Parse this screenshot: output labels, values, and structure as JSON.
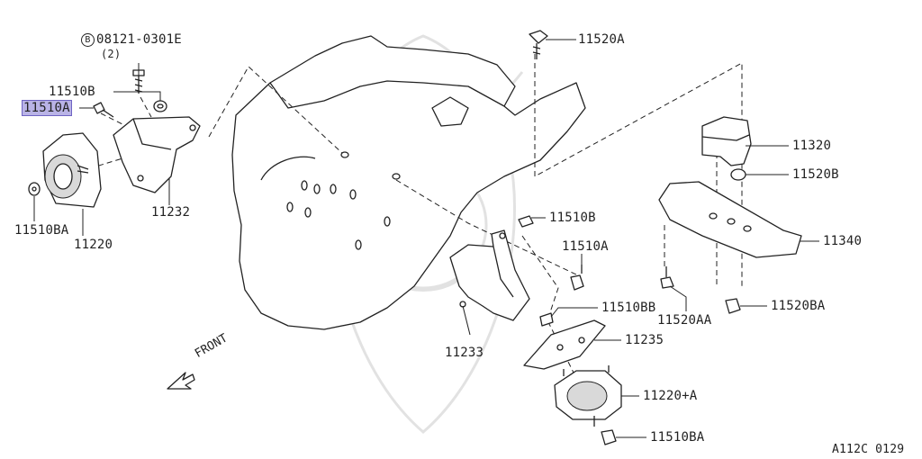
{
  "callouts": {
    "bolt_spec": "08121-0301E",
    "bolt_spec_prefix": "B",
    "bolt_spec_qty": "(2)",
    "p11510B_top": "11510B",
    "p11510A_top": "11510A",
    "p11510BA_left": "11510BA",
    "p11220": "11220",
    "p11232": "11232",
    "p11520A": "11520A",
    "p11320": "11320",
    "p11520B": "11520B",
    "p11510B_mid": "11510B",
    "p11510A_mid": "11510A",
    "p11340": "11340",
    "p11520AA": "11520AA",
    "p11520BA": "11520BA",
    "p11510BB": "11510BB",
    "p11235": "11235",
    "p11233": "11233",
    "p11220A": "11220+A",
    "p11510BA_bottom": "11510BA"
  },
  "front_label": "FRONT",
  "footer_code": "A112C 0129",
  "colors": {
    "highlight": "#b9b3e6",
    "line": "#222222",
    "watermark": "#e2e2e2"
  }
}
